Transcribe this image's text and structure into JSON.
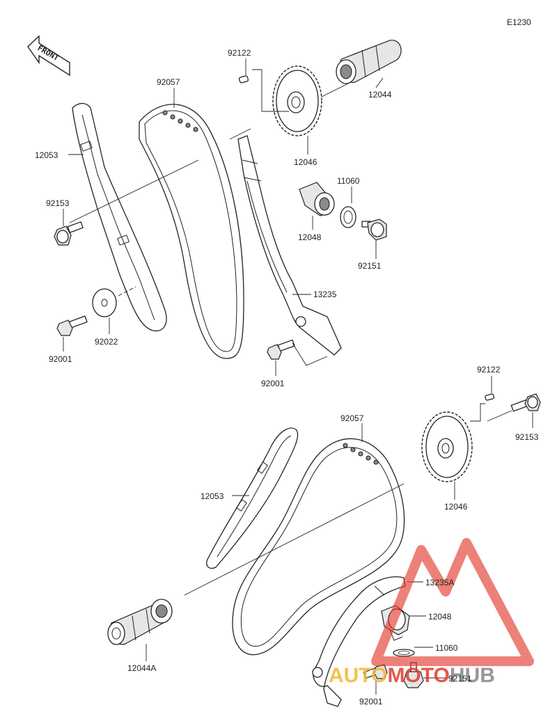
{
  "diagram_code": "E1230",
  "front_label": "FRONT",
  "watermark": {
    "text_part1": "AUTO",
    "text_part2": "MOTO",
    "text_part3": "HUB",
    "color_gold": "#f2b632",
    "color_red": "#e23a2e",
    "color_gray": "#8c8c8c"
  },
  "labels": {
    "upper": {
      "pin": "92122",
      "chain": "92057",
      "camshaft": "12044",
      "guide": "12053",
      "sprocket": "12046",
      "gasket": "11060",
      "bolt_guide": "92153",
      "tensioner_body": "12048",
      "tensioner_bolt": "92151",
      "tensioner_guide": "13235",
      "washer": "92022",
      "bolt_left": "92001",
      "bolt_center": "92001"
    },
    "lower": {
      "pin": "92122",
      "chain": "92057",
      "bolt_sprocket": "92153",
      "guide": "12053",
      "sprocket": "12046",
      "guide_a": "13235A",
      "tensioner_body": "12048",
      "gasket": "11060",
      "tensioner_bolt": "92151",
      "camshaft_a": "12044A",
      "bolt": "92001"
    }
  }
}
